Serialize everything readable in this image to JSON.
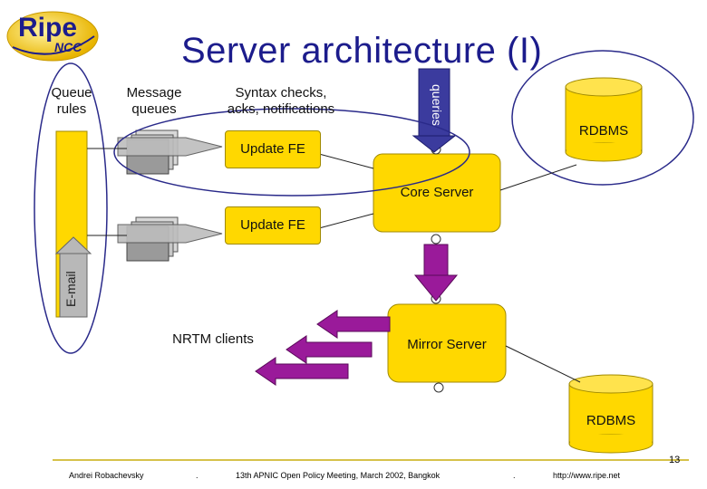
{
  "logo": {
    "brand": "Ripe",
    "sub": "NCC"
  },
  "title": "Server architecture (I)",
  "labels": {
    "queue_rules": "Queue rules",
    "message_queues": "Message queues",
    "syntax_checks": "Syntax checks, acks, notifications",
    "queries": "queries",
    "email": "E-mail",
    "update_fe_1": "Update FE",
    "update_fe_2": "Update FE",
    "core_server": "Core Server",
    "rdbms_top": "RDBMS",
    "rdbms_bottom": "RDBMS",
    "nrtm_clients": "NRTM clients",
    "mirror_server": "Mirror Server"
  },
  "footer": {
    "page_number": "13",
    "author": "Andrei Robachevsky",
    "dot1": ".",
    "event": "13th APNIC Open Policy Meeting, March 2002, Bangkok",
    "dot2": ".",
    "url": "http://www.ripe.net"
  },
  "colors": {
    "yellow": "#ffd800",
    "purple": "#9a1a9a",
    "title_blue": "#1c1c8c",
    "outline_blue": "#2a2a8a"
  }
}
